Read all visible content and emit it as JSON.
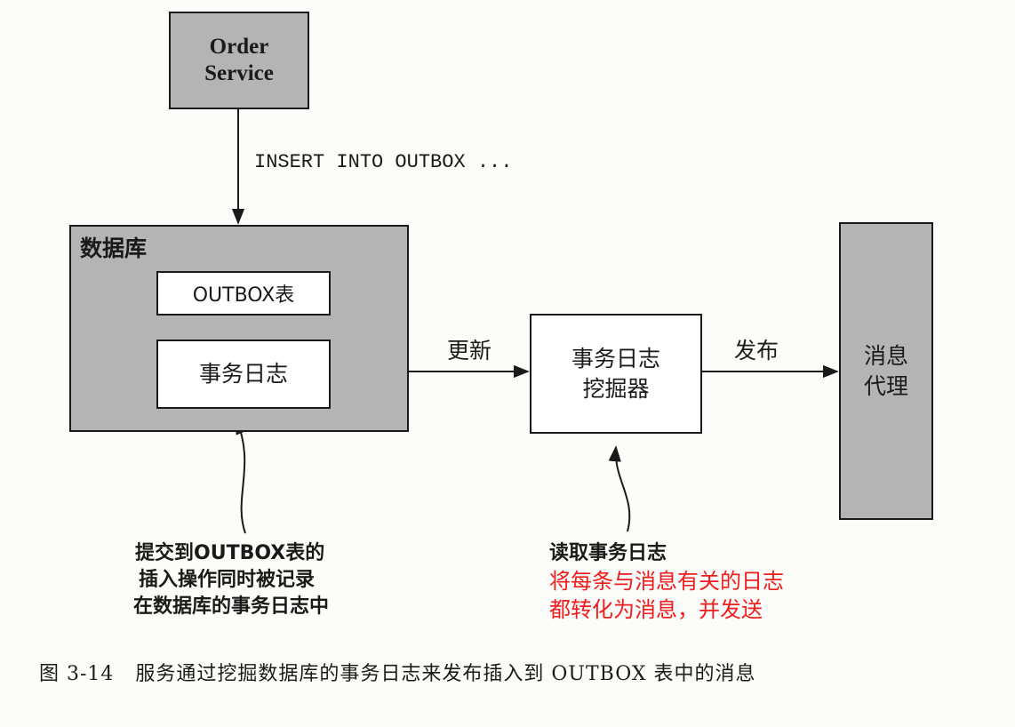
{
  "order_service": {
    "line1": "Order",
    "line2": "Service"
  },
  "insert_statement": "INSERT INTO OUTBOX ...",
  "database": {
    "label": "数据库",
    "outbox_table": "OUTBOX表",
    "transaction_log": "事务日志"
  },
  "update_label": "更新",
  "log_miner": {
    "line1": "事务日志",
    "line2": "挖掘器"
  },
  "publish_label": "发布",
  "message_broker": {
    "line1": "消息",
    "line2": "代理"
  },
  "note_left": {
    "line1": "提交到OUTBOX表的",
    "line2": "插入操作同时被记录",
    "line3": "在数据库的事务日志中"
  },
  "note_right": {
    "line1": "读取事务日志",
    "red_line1": "将每条与消息有关的日志",
    "red_line2": "都转化为消息，并发送"
  },
  "caption": "图 3-14   服务通过挖掘数据库的事务日志来发布插入到 OUTBOX 表中的消息",
  "colors": {
    "box_gray": "#b4b4b4",
    "annotation_red": "#ee1c1c",
    "ink": "#1a1a1a"
  }
}
